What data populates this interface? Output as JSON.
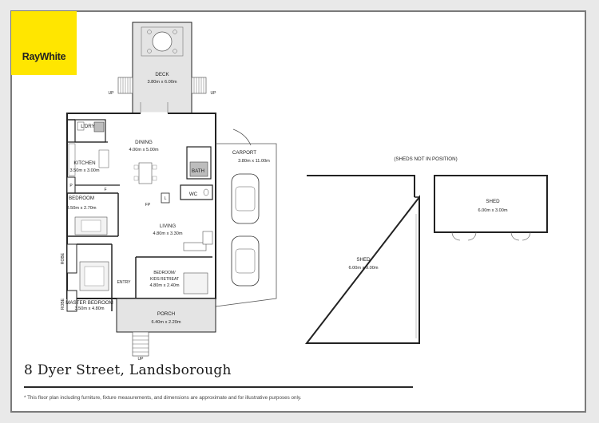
{
  "brand": {
    "name": "RayWhite",
    "color": "#ffe600"
  },
  "address": "8 Dyer Street, Landsborough",
  "disclaimer": "* This floor plan including furniture, fixture measurements, and dimensions are approximate and for illustrative purposes only.",
  "sheds_note": "(SHEDS NOT IN POSITION)",
  "rooms": {
    "deck": {
      "name": "DECK",
      "dims": "3.80m x 6.00m"
    },
    "laundry": {
      "name": "L'DRY"
    },
    "dining": {
      "name": "DINING",
      "dims": "4.00m x 5.00m"
    },
    "kitchen": {
      "name": "KITCHEN",
      "dims": "3.50m x 3.00m"
    },
    "bath": {
      "name": "BATH"
    },
    "wc": {
      "name": "WC"
    },
    "carport": {
      "name": "CARPORT",
      "dims": "3.80m x 11.00m"
    },
    "bedroom": {
      "name": "BEDROOM",
      "dims": "3.50m x 2.70m"
    },
    "living": {
      "name": "LIVING",
      "dims": "4.80m x 3.30m"
    },
    "bedroom_kids": {
      "name": "BEDROOM/",
      "name2": "KIDS RETREAT",
      "dims": "4.80m x 2.40m"
    },
    "master": {
      "name": "MASTER BEDROOM",
      "dims": "3.50m x 4.80m"
    },
    "porch": {
      "name": "PORCH",
      "dims": "6.40m x 2.20m"
    },
    "shed_large": {
      "name": "SHED",
      "dims": "6.00m x 9.00m"
    },
    "shed_small": {
      "name": "SHED",
      "dims": "6.00m x 3.00m"
    }
  },
  "fixtures": {
    "up": "UP",
    "entry": "ENTRY",
    "robe": "ROBE",
    "fp": "FP",
    "p": "P",
    "f": "F",
    "l": "L"
  }
}
